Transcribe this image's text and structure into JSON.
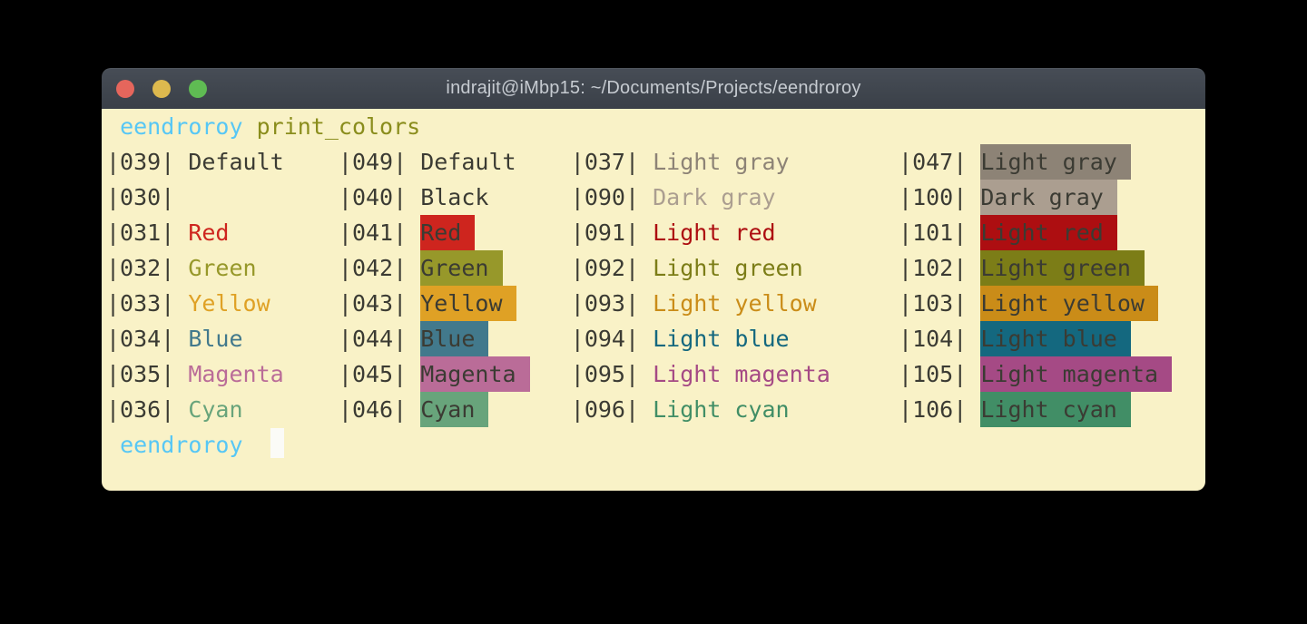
{
  "window": {
    "title": "indrajit@iMbp15: ~/Documents/Projects/eendroroy",
    "controls": [
      {
        "name": "close",
        "color": "#e5665c"
      },
      {
        "name": "minimize",
        "color": "#ddb94e"
      },
      {
        "name": "zoom",
        "color": "#5fbb53"
      }
    ]
  },
  "terminal": {
    "prompt": {
      "user": "eendroroy",
      "command": "print_colors"
    },
    "bottom_prompt": {
      "user": "eendroroy"
    },
    "columns_ch": [
      0,
      17,
      34,
      58
    ],
    "palette": {
      "default": "#3b3b33",
      "black": "#3b3b33",
      "red": "#ce251e",
      "green": "#97982a",
      "yellow": "#dfa125",
      "blue": "#42798c",
      "magenta": "#ba6c98",
      "cyan": "#68a47b",
      "lightgray": "#8d8376",
      "darkgray": "#ab9e90",
      "lightred": "#ad0e11",
      "lightgreen": "#7c7d17",
      "lightyellow": "#ca8c18",
      "lightblue": "#14687f",
      "lightmagenta": "#a54a85",
      "lightcyan": "#418e66",
      "prompt_user": "#57c7f5",
      "prompt_command": "#8a8d1c",
      "cursor": "#fbfbf7",
      "screen_bg": "#f9f2c7"
    },
    "rows": [
      [
        {
          "code": "039",
          "label": "Default",
          "color": "default",
          "mode": "fg"
        },
        {
          "code": "049",
          "label": "Default",
          "color": "default",
          "mode": "fg"
        },
        {
          "code": "037",
          "label": "Light gray",
          "color": "lightgray",
          "mode": "fg"
        },
        {
          "code": "047",
          "label": "Light gray",
          "color": "lightgray",
          "mode": "bg"
        }
      ],
      [
        {
          "code": "030",
          "label": "",
          "color": "default",
          "mode": "fg"
        },
        {
          "code": "040",
          "label": "Black",
          "color": "black",
          "mode": "fg"
        },
        {
          "code": "090",
          "label": "Dark gray",
          "color": "darkgray",
          "mode": "fg"
        },
        {
          "code": "100",
          "label": "Dark gray",
          "color": "darkgray",
          "mode": "bg"
        }
      ],
      [
        {
          "code": "031",
          "label": "Red",
          "color": "red",
          "mode": "fg"
        },
        {
          "code": "041",
          "label": "Red",
          "color": "red",
          "mode": "bg"
        },
        {
          "code": "091",
          "label": "Light red",
          "color": "lightred",
          "mode": "fg"
        },
        {
          "code": "101",
          "label": "Light red",
          "color": "lightred",
          "mode": "bg"
        }
      ],
      [
        {
          "code": "032",
          "label": "Green",
          "color": "green",
          "mode": "fg"
        },
        {
          "code": "042",
          "label": "Green",
          "color": "green",
          "mode": "bg"
        },
        {
          "code": "092",
          "label": "Light green",
          "color": "lightgreen",
          "mode": "fg"
        },
        {
          "code": "102",
          "label": "Light green",
          "color": "lightgreen",
          "mode": "bg"
        }
      ],
      [
        {
          "code": "033",
          "label": "Yellow",
          "color": "yellow",
          "mode": "fg"
        },
        {
          "code": "043",
          "label": "Yellow",
          "color": "yellow",
          "mode": "bg"
        },
        {
          "code": "093",
          "label": "Light yellow",
          "color": "lightyellow",
          "mode": "fg"
        },
        {
          "code": "103",
          "label": "Light yellow",
          "color": "lightyellow",
          "mode": "bg"
        }
      ],
      [
        {
          "code": "034",
          "label": "Blue",
          "color": "blue",
          "mode": "fg"
        },
        {
          "code": "044",
          "label": "Blue",
          "color": "blue",
          "mode": "bg"
        },
        {
          "code": "094",
          "label": "Light blue",
          "color": "lightblue",
          "mode": "fg"
        },
        {
          "code": "104",
          "label": "Light blue",
          "color": "lightblue",
          "mode": "bg"
        }
      ],
      [
        {
          "code": "035",
          "label": "Magenta",
          "color": "magenta",
          "mode": "fg"
        },
        {
          "code": "045",
          "label": "Magenta",
          "color": "magenta",
          "mode": "bg"
        },
        {
          "code": "095",
          "label": "Light magenta",
          "color": "lightmagenta",
          "mode": "fg"
        },
        {
          "code": "105",
          "label": "Light magenta",
          "color": "lightmagenta",
          "mode": "bg"
        }
      ],
      [
        {
          "code": "036",
          "label": "Cyan",
          "color": "cyan",
          "mode": "fg"
        },
        {
          "code": "046",
          "label": "Cyan",
          "color": "cyan",
          "mode": "bg"
        },
        {
          "code": "096",
          "label": "Light cyan",
          "color": "lightcyan",
          "mode": "fg"
        },
        {
          "code": "106",
          "label": "Light cyan",
          "color": "lightcyan",
          "mode": "bg"
        }
      ]
    ]
  }
}
